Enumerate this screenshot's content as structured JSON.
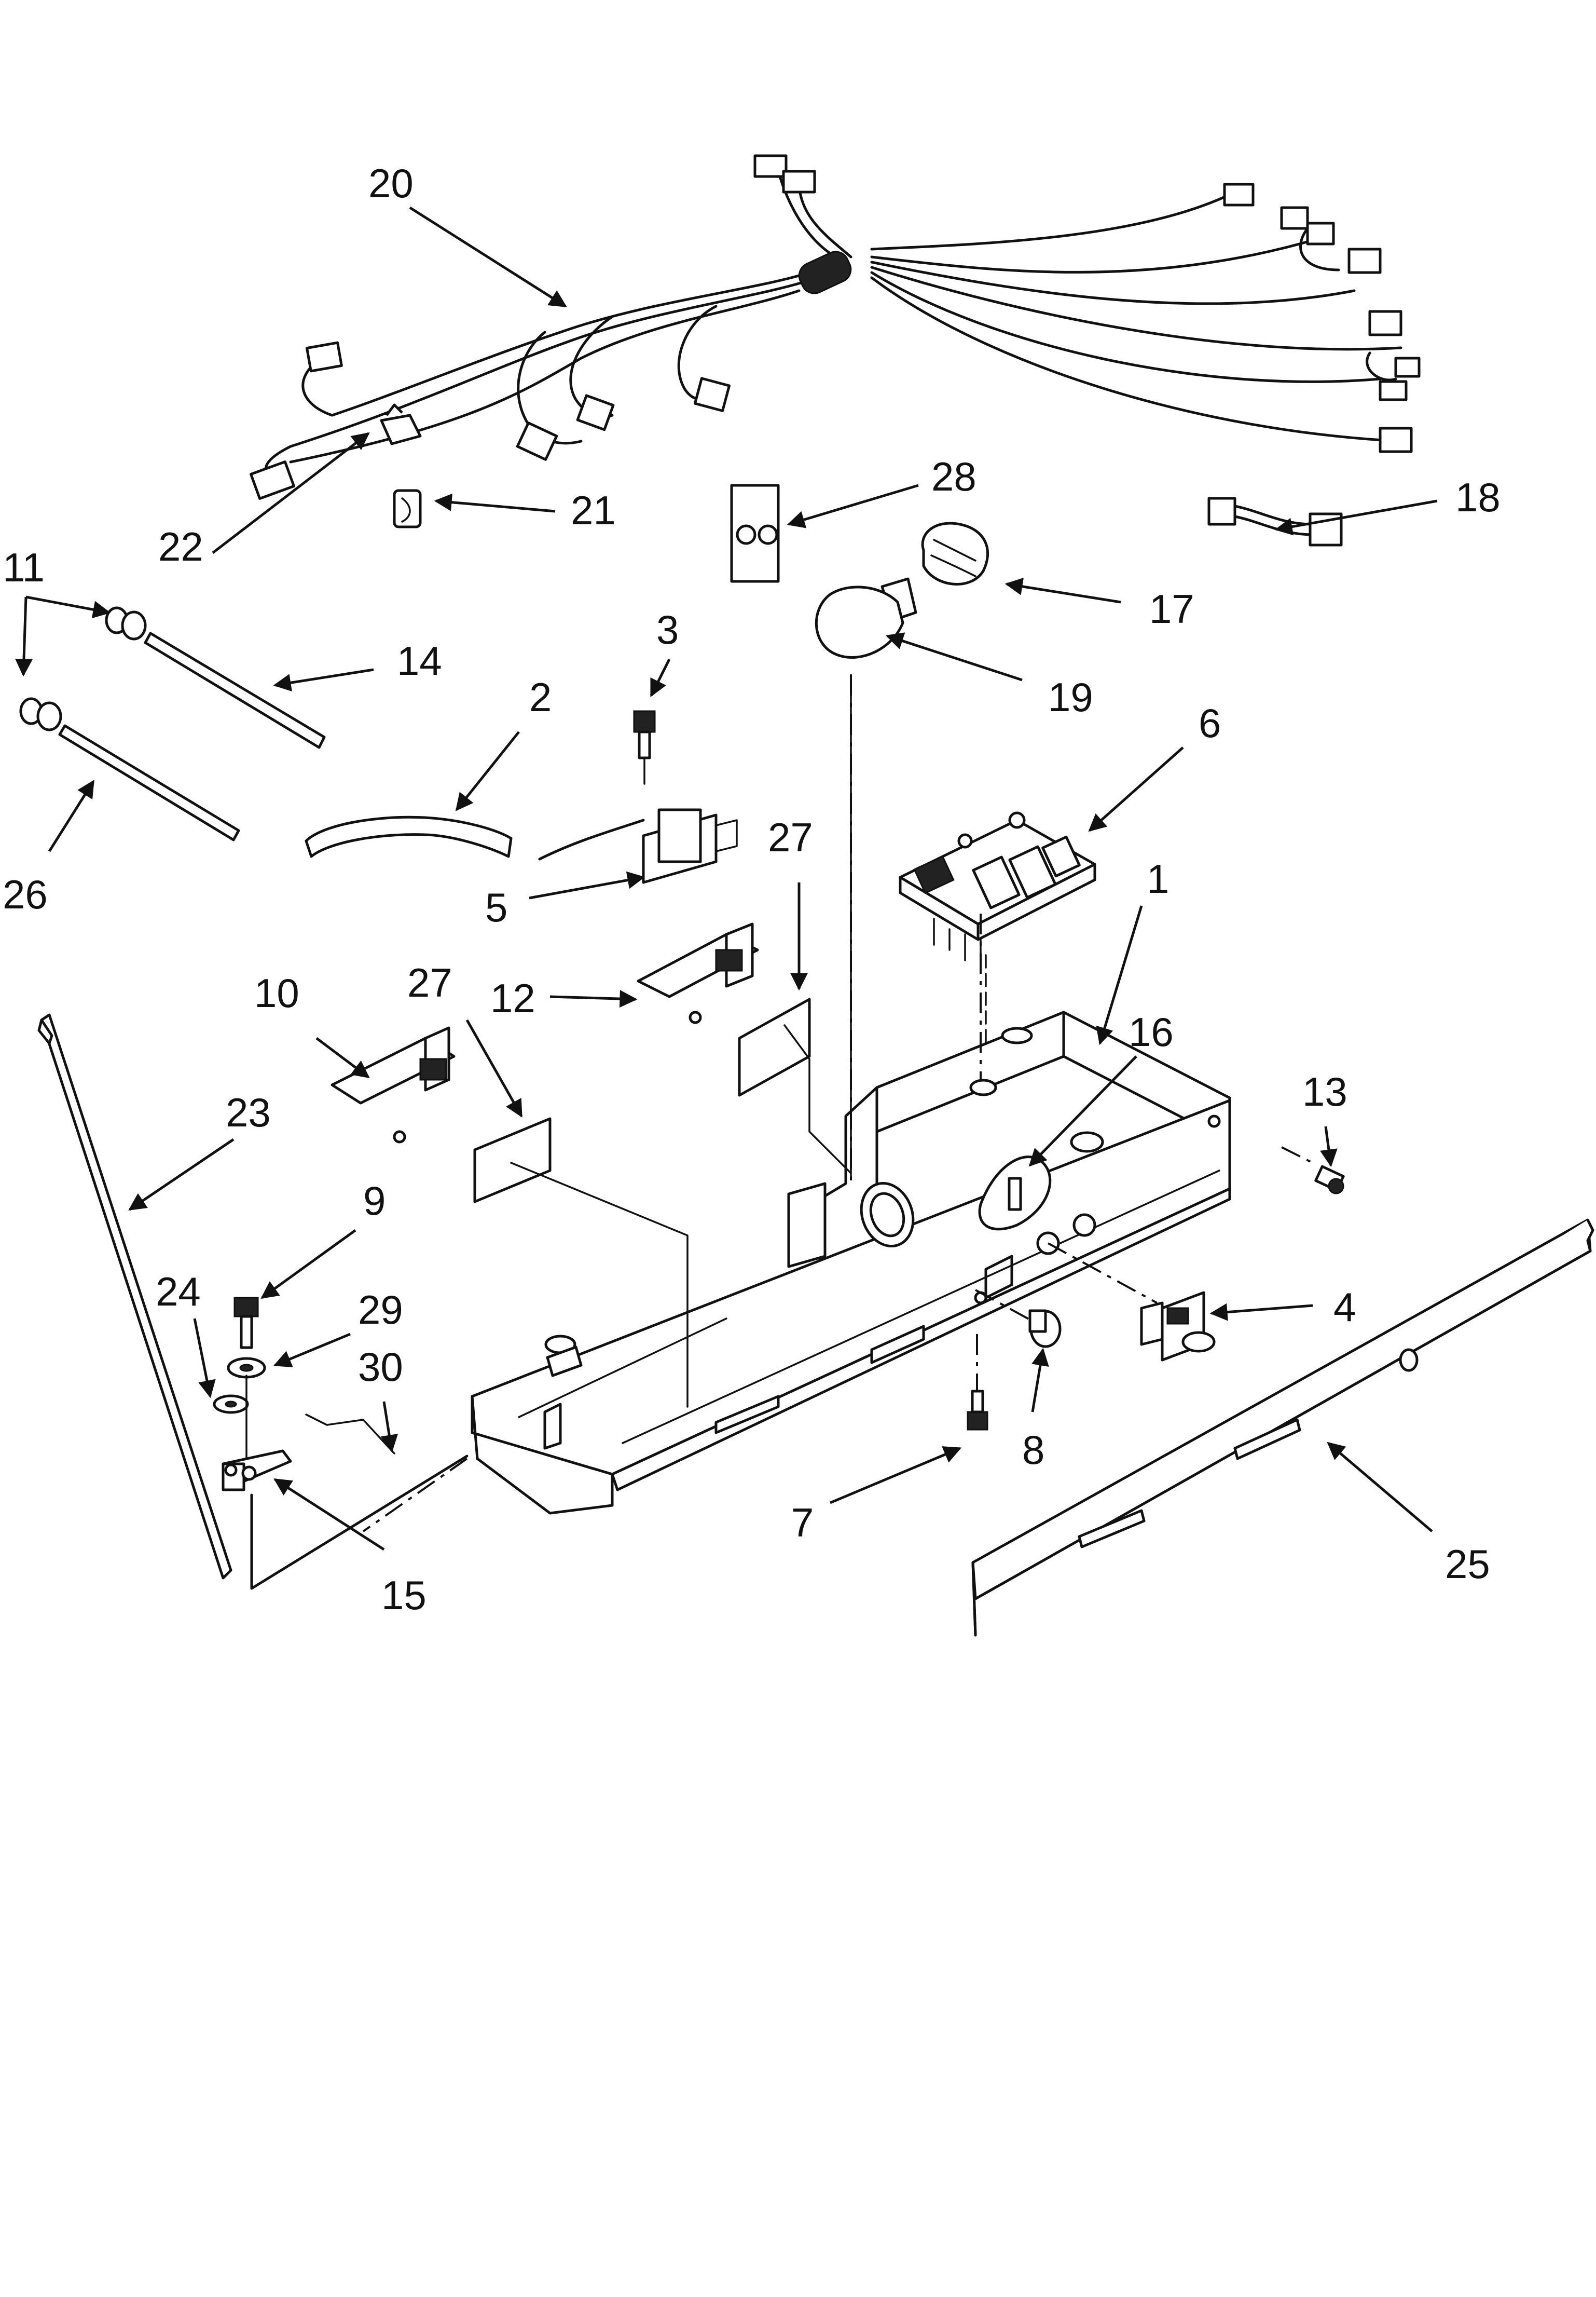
{
  "callouts": [
    {
      "id": "20",
      "label": "20"
    },
    {
      "id": "21",
      "label": "21"
    },
    {
      "id": "28",
      "label": "28"
    },
    {
      "id": "18",
      "label": "18"
    },
    {
      "id": "11",
      "label": "11"
    },
    {
      "id": "22",
      "label": "22"
    },
    {
      "id": "17",
      "label": "17"
    },
    {
      "id": "14",
      "label": "14"
    },
    {
      "id": "3",
      "label": "3"
    },
    {
      "id": "19",
      "label": "19"
    },
    {
      "id": "2",
      "label": "2"
    },
    {
      "id": "6",
      "label": "6"
    },
    {
      "id": "26",
      "label": "26"
    },
    {
      "id": "5",
      "label": "5"
    },
    {
      "id": "27a",
      "label": "27"
    },
    {
      "id": "1",
      "label": "1"
    },
    {
      "id": "10",
      "label": "10"
    },
    {
      "id": "27b",
      "label": "27"
    },
    {
      "id": "12",
      "label": "12"
    },
    {
      "id": "16",
      "label": "16"
    },
    {
      "id": "23",
      "label": "23"
    },
    {
      "id": "13",
      "label": "13"
    },
    {
      "id": "9",
      "label": "9"
    },
    {
      "id": "24",
      "label": "24"
    },
    {
      "id": "29",
      "label": "29"
    },
    {
      "id": "4",
      "label": "4"
    },
    {
      "id": "30",
      "label": "30"
    },
    {
      "id": "8",
      "label": "8"
    },
    {
      "id": "7",
      "label": "7"
    },
    {
      "id": "15",
      "label": "15"
    },
    {
      "id": "25",
      "label": "25"
    }
  ]
}
